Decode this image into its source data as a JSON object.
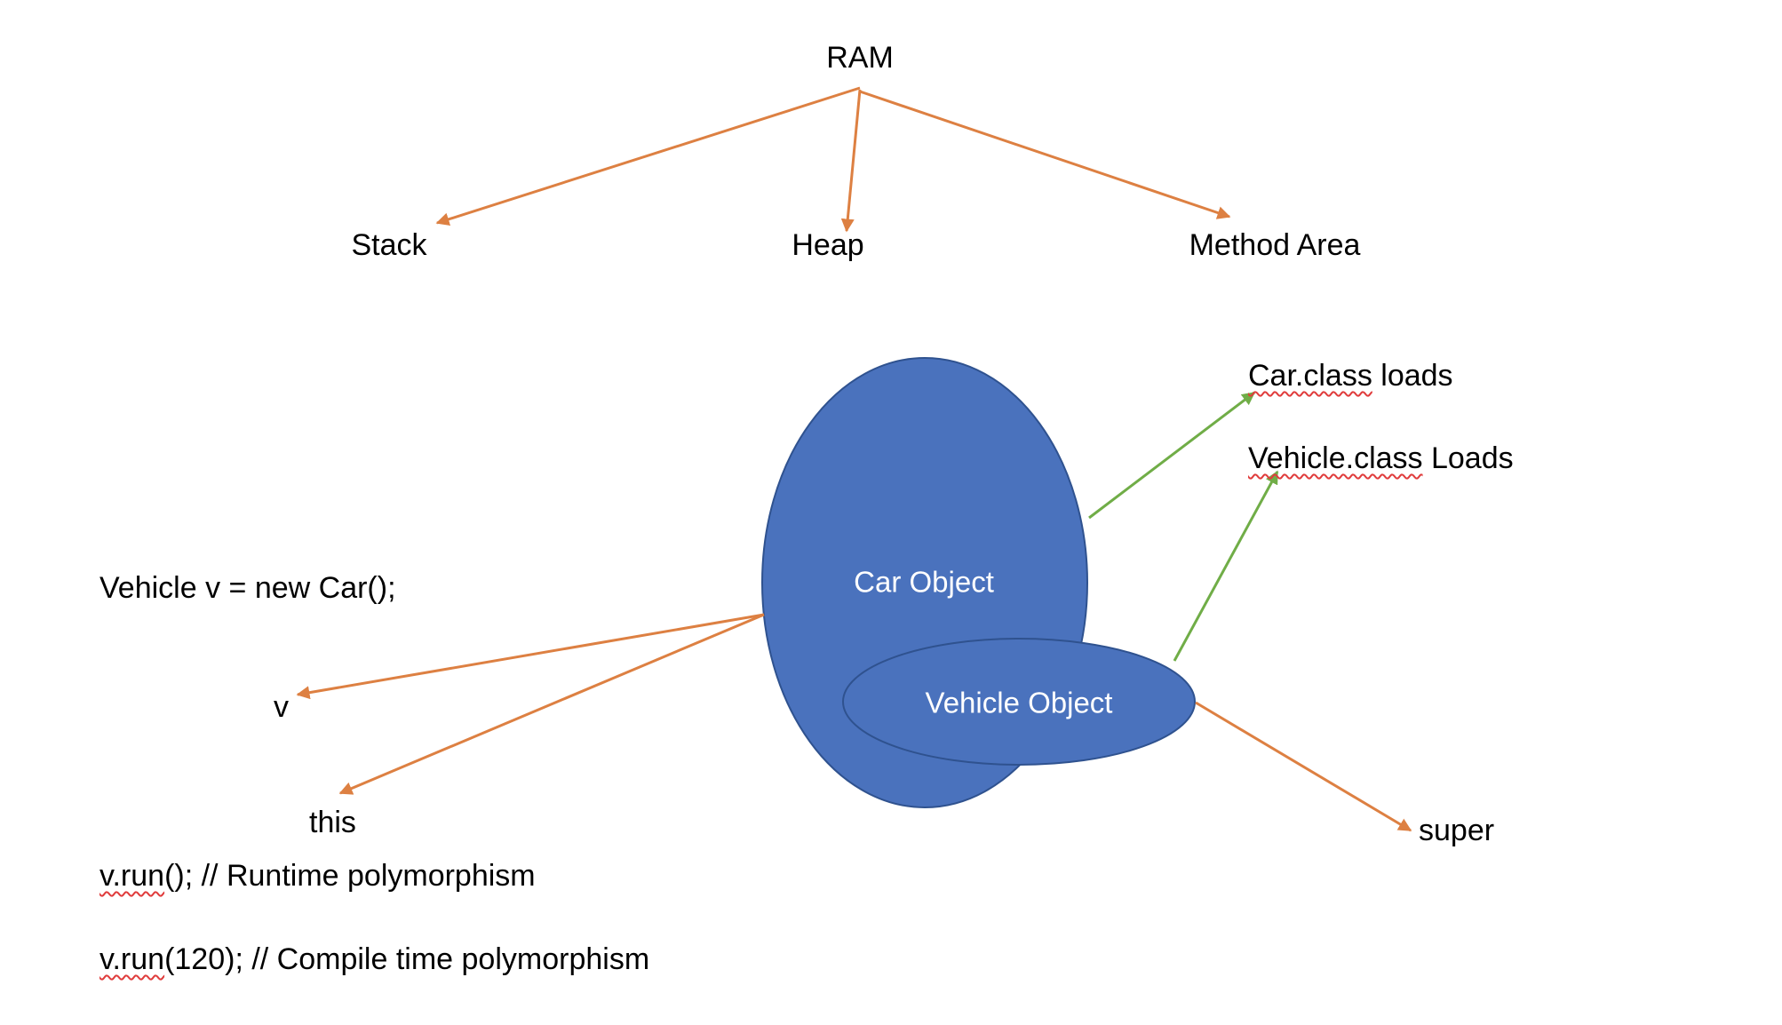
{
  "diagram": {
    "title": "RAM",
    "memory_areas": {
      "stack": "Stack",
      "heap": "Heap",
      "method_area": "Method Area"
    },
    "objects": {
      "outer": "Car Object",
      "inner": "Vehicle Object"
    },
    "class_loads": {
      "car": {
        "name": "Car.class",
        "suffix": " loads"
      },
      "vehicle": {
        "name": "Vehicle.class",
        "suffix": " Loads"
      }
    },
    "references": {
      "v": "v",
      "this": "this",
      "super": "super"
    },
    "code": {
      "declaration": "Vehicle v = new Car();",
      "runtime": {
        "call": "v.run",
        "rest": "(); // Runtime polymorphism"
      },
      "compile": {
        "call": "v.run",
        "rest": "(120); // Compile time polymorphism"
      }
    }
  },
  "colors": {
    "object_fill": "#4a72bd",
    "object_stroke": "#2f528f",
    "ram_arrow": "#dd8042",
    "class_arrow": "#70ad47",
    "spellcheck": "#e03c3c",
    "text": "#000000",
    "inside_text": "#ffffff"
  }
}
